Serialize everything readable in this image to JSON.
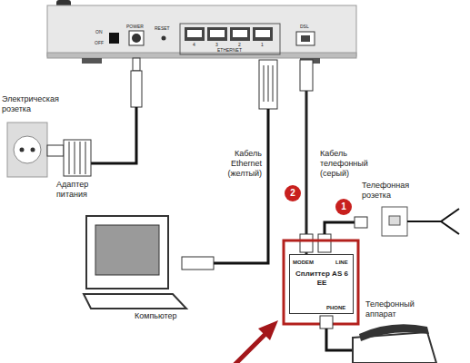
{
  "diagram": {
    "nodes": [
      {
        "text": [
          "ON",
          "OFF",
          "POWER",
          "RESET",
          "ETHERNET",
          "4",
          "3",
          "2",
          "1",
          "DSL"
        ]
      },
      {
        "text": [
          "MODEM",
          "LINE",
          "Сплиттер AS 6 EE",
          "PHONE"
        ]
      }
    ],
    "edges": [
      {
        "from": 0,
        "to": 1,
        "arrow": "none"
      }
    ],
    "labels": [
      "Электрическая розетка",
      "Адаптер питания",
      "Кабель Ethernet (желтый)",
      "Кабель телефонный (серый)",
      "2",
      "1",
      "Телефонная розетка",
      "Компьютер",
      "Телефонный аппарат"
    ]
  }
}
